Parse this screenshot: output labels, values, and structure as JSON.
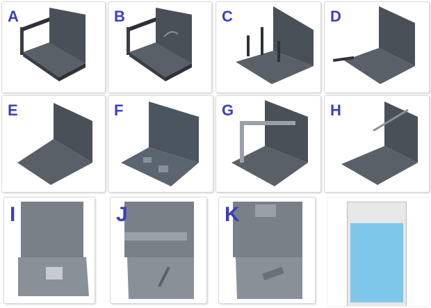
{
  "panels": [
    {
      "id": "A",
      "label": "A"
    },
    {
      "id": "B",
      "label": "B"
    },
    {
      "id": "C",
      "label": "C"
    },
    {
      "id": "D",
      "label": "D"
    },
    {
      "id": "E",
      "label": "E"
    },
    {
      "id": "F",
      "label": "F"
    },
    {
      "id": "G",
      "label": "G"
    },
    {
      "id": "H",
      "label": "H"
    },
    {
      "id": "I",
      "label": "I"
    },
    {
      "id": "J",
      "label": "J"
    },
    {
      "id": "K",
      "label": "K"
    },
    {
      "id": "decal",
      "label": ""
    }
  ],
  "colors": {
    "label": "#3b3fb8",
    "model_gray": "#4a5058",
    "model_light": "#8a9098",
    "decal_blue": "#7fc7ea"
  }
}
